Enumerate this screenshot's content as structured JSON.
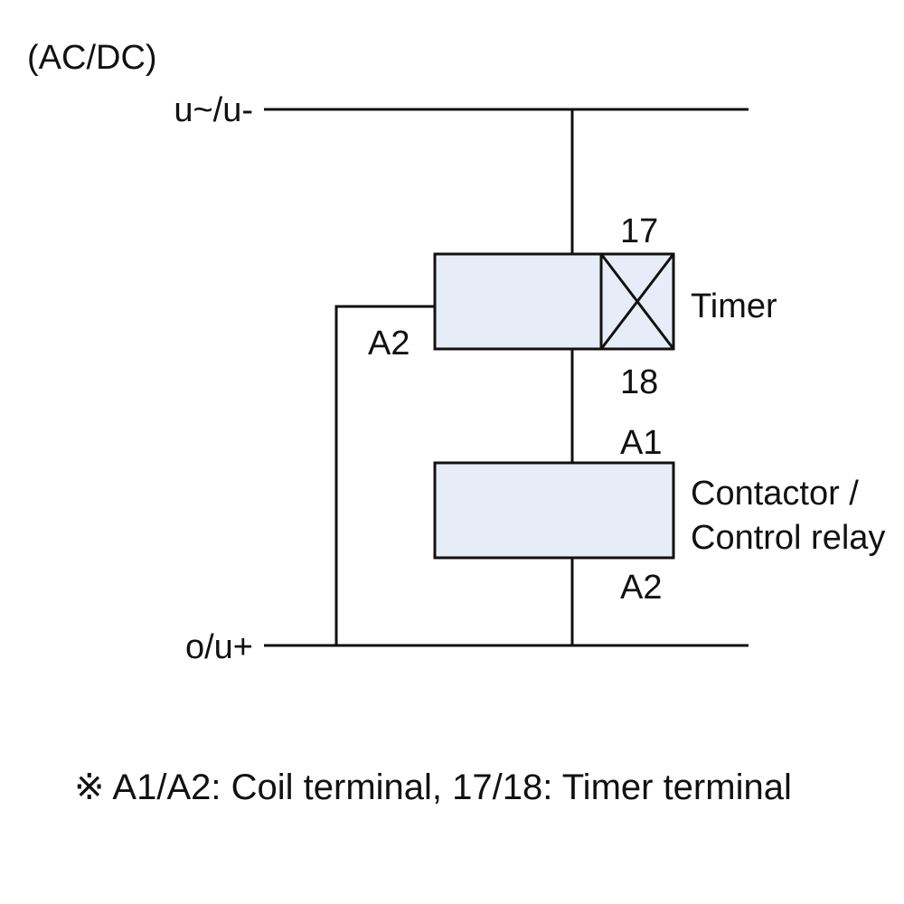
{
  "supply_type_label": "(AC/DC)",
  "rails": {
    "top_label": "u~/u-",
    "bottom_label": "o/u+"
  },
  "timer": {
    "name": "Timer",
    "terminal_top": "17",
    "terminal_bottom": "18",
    "terminal_left": "A2"
  },
  "contactor": {
    "name_line1": "Contactor /",
    "name_line2": "Control relay",
    "terminal_top": "A1",
    "terminal_bottom": "A2"
  },
  "footnote": "※ A1/A2: Coil terminal, 17/18: Timer terminal",
  "colors": {
    "box_fill": "#e6edf8",
    "line": "#111111"
  }
}
